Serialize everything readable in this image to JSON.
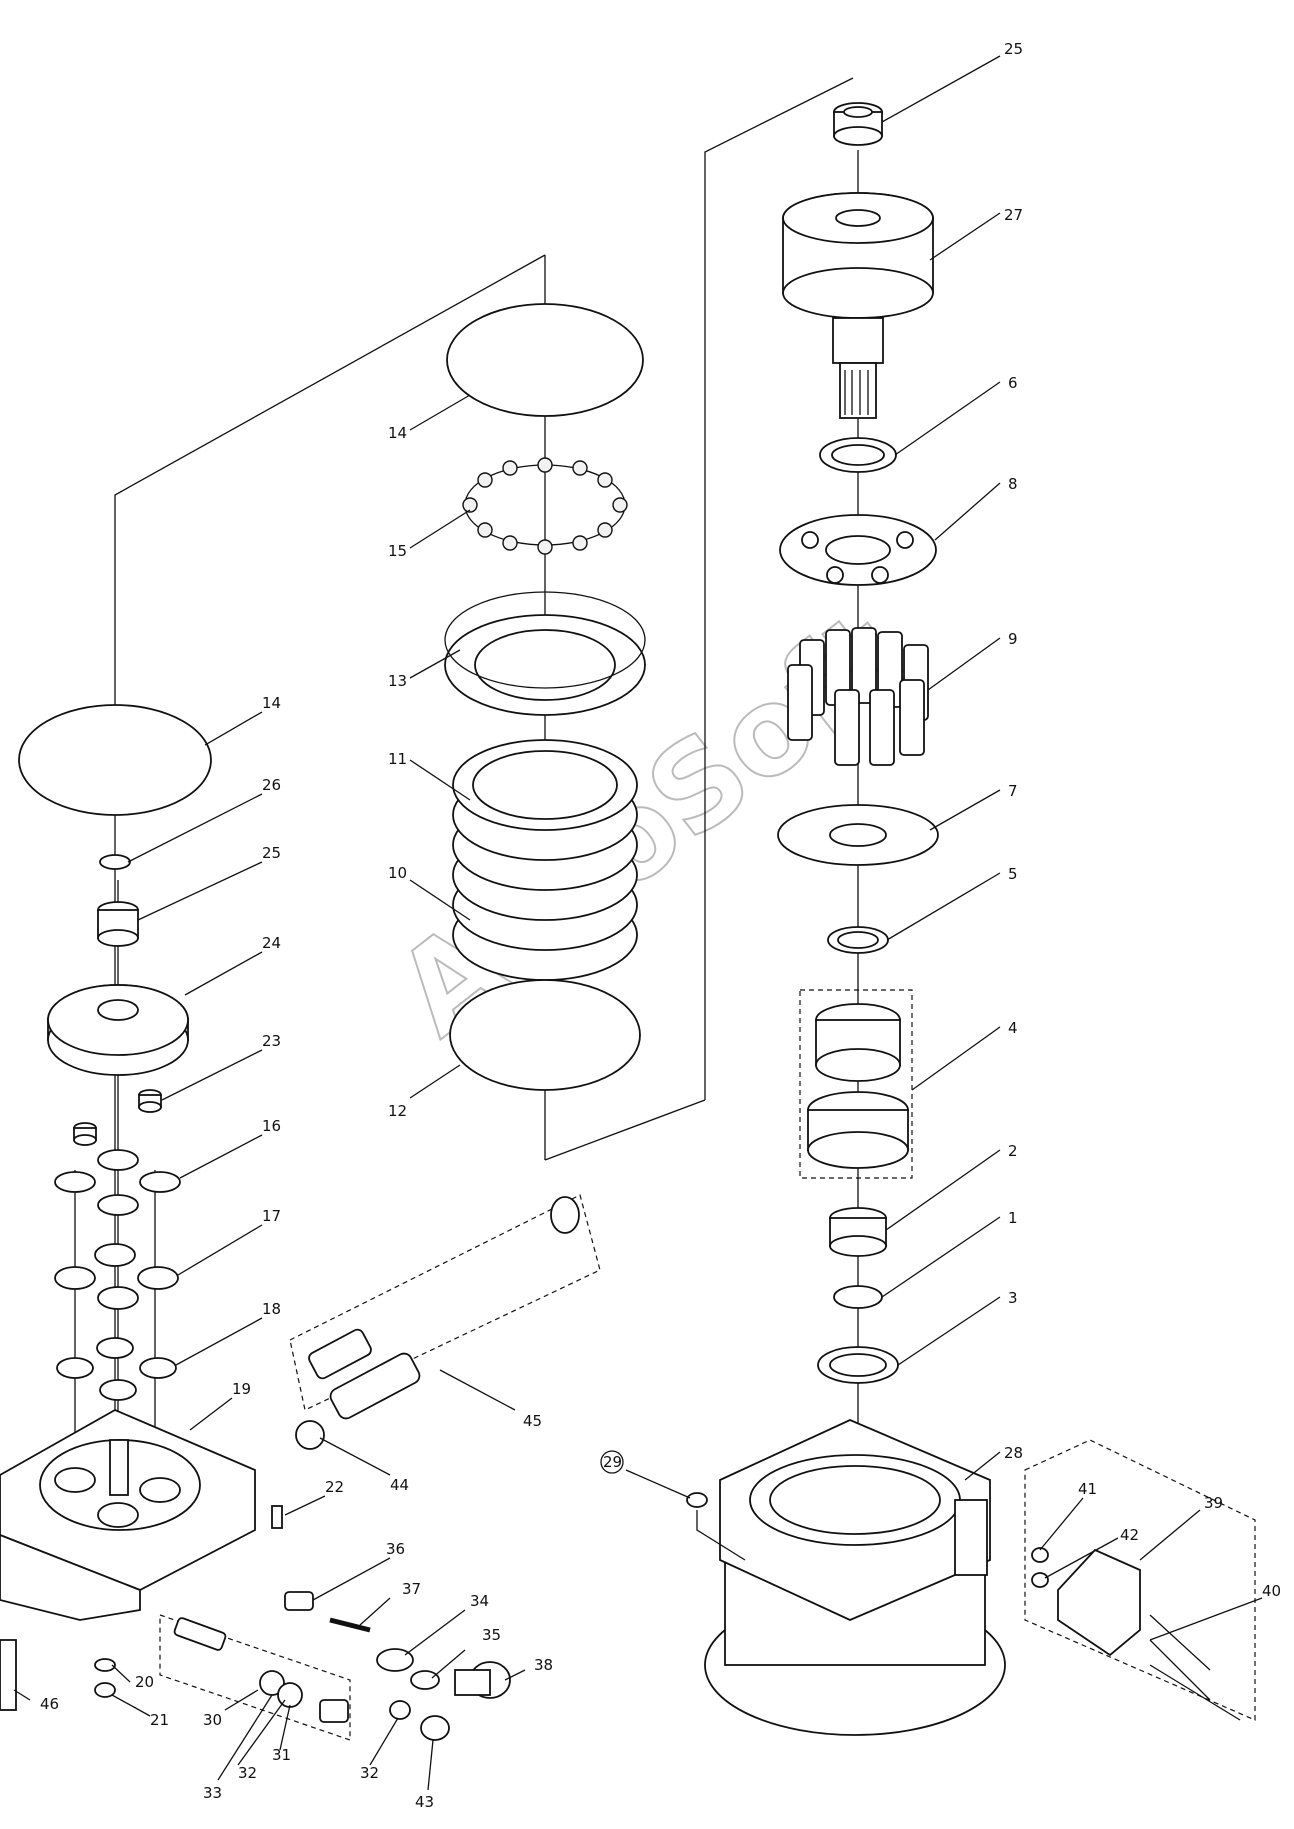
{
  "watermark": "AutoSoft",
  "callouts": [
    {
      "id": "c-25-top",
      "text": "25"
    },
    {
      "id": "c-27",
      "text": "27"
    },
    {
      "id": "c-6",
      "text": "6"
    },
    {
      "id": "c-8",
      "text": "8"
    },
    {
      "id": "c-9",
      "text": "9"
    },
    {
      "id": "c-7",
      "text": "7"
    },
    {
      "id": "c-5",
      "text": "5"
    },
    {
      "id": "c-4",
      "text": "4"
    },
    {
      "id": "c-2",
      "text": "2"
    },
    {
      "id": "c-1",
      "text": "1"
    },
    {
      "id": "c-3",
      "text": "3"
    },
    {
      "id": "c-28",
      "text": "28"
    },
    {
      "id": "c-29",
      "text": "29"
    },
    {
      "id": "c-41",
      "text": "41"
    },
    {
      "id": "c-42",
      "text": "42"
    },
    {
      "id": "c-39",
      "text": "39"
    },
    {
      "id": "c-40",
      "text": "40"
    },
    {
      "id": "c-14-top",
      "text": "14"
    },
    {
      "id": "c-15",
      "text": "15"
    },
    {
      "id": "c-13",
      "text": "13"
    },
    {
      "id": "c-11",
      "text": "11"
    },
    {
      "id": "c-10",
      "text": "10"
    },
    {
      "id": "c-12",
      "text": "12"
    },
    {
      "id": "c-14-left",
      "text": "14"
    },
    {
      "id": "c-26",
      "text": "26"
    },
    {
      "id": "c-25-left",
      "text": "25"
    },
    {
      "id": "c-24",
      "text": "24"
    },
    {
      "id": "c-23",
      "text": "23"
    },
    {
      "id": "c-16",
      "text": "16"
    },
    {
      "id": "c-17",
      "text": "17"
    },
    {
      "id": "c-18",
      "text": "18"
    },
    {
      "id": "c-19",
      "text": "19"
    },
    {
      "id": "c-45",
      "text": "45"
    },
    {
      "id": "c-44",
      "text": "44"
    },
    {
      "id": "c-22",
      "text": "22"
    },
    {
      "id": "c-36",
      "text": "36"
    },
    {
      "id": "c-37",
      "text": "37"
    },
    {
      "id": "c-34",
      "text": "34"
    },
    {
      "id": "c-35",
      "text": "35"
    },
    {
      "id": "c-38",
      "text": "38"
    },
    {
      "id": "c-46",
      "text": "46"
    },
    {
      "id": "c-20",
      "text": "20"
    },
    {
      "id": "c-21",
      "text": "21"
    },
    {
      "id": "c-30",
      "text": "30"
    },
    {
      "id": "c-31",
      "text": "31"
    },
    {
      "id": "c-32-a",
      "text": "32"
    },
    {
      "id": "c-32-b",
      "text": "32"
    },
    {
      "id": "c-33",
      "text": "33"
    },
    {
      "id": "c-43",
      "text": "43"
    }
  ]
}
